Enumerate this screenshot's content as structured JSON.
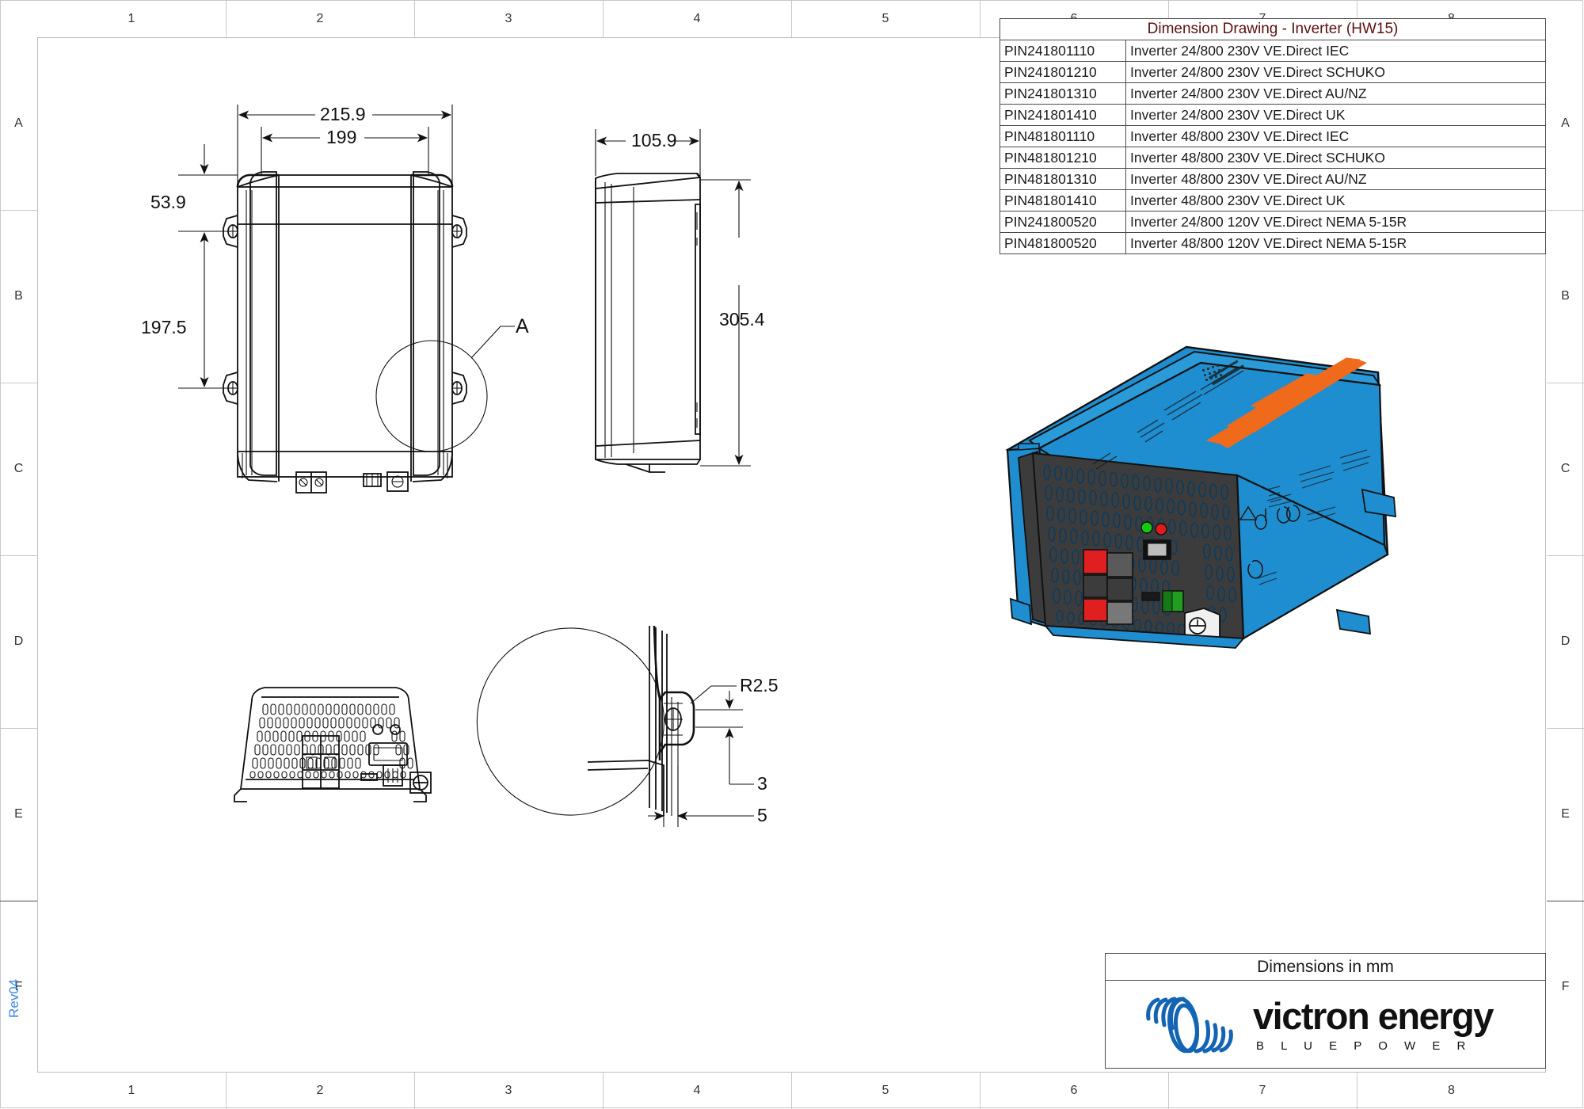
{
  "sheet": {
    "columns": [
      "1",
      "2",
      "3",
      "4",
      "5",
      "6",
      "7",
      "8"
    ],
    "rows": [
      "A",
      "B",
      "C",
      "D",
      "E",
      "F"
    ],
    "revision": "Rev04"
  },
  "parts_table": {
    "title": "Dimension Drawing - Inverter (HW15)",
    "rows": [
      {
        "pn": "PIN241801110",
        "desc": "Inverter 24/800 230V VE.Direct IEC"
      },
      {
        "pn": "PIN241801210",
        "desc": "Inverter 24/800 230V VE.Direct SCHUKO"
      },
      {
        "pn": "PIN241801310",
        "desc": "Inverter 24/800 230V VE.Direct AU/NZ"
      },
      {
        "pn": "PIN241801410",
        "desc": "Inverter 24/800 230V VE.Direct UK"
      },
      {
        "pn": "PIN481801110",
        "desc": "Inverter 48/800 230V VE.Direct IEC"
      },
      {
        "pn": "PIN481801210",
        "desc": "Inverter 48/800 230V VE.Direct SCHUKO"
      },
      {
        "pn": "PIN481801310",
        "desc": "Inverter 48/800 230V VE.Direct AU/NZ"
      },
      {
        "pn": "PIN481801410",
        "desc": "Inverter 48/800 230V VE.Direct UK"
      },
      {
        "pn": "PIN241800520",
        "desc": "Inverter 24/800 120V VE.Direct NEMA 5-15R"
      },
      {
        "pn": "PIN481800520",
        "desc": "Inverter 48/800 120V VE.Direct NEMA 5-15R"
      }
    ]
  },
  "dimensions": {
    "front_width_overall": "215.9",
    "front_width_body": "199",
    "front_top_offset": "53.9",
    "front_hole_spacing": "197.5",
    "side_depth": "105.9",
    "side_height": "305.4",
    "detail_radius": "R2.5",
    "detail_slot_height": "3",
    "detail_wall": "5",
    "detail_callout": "A"
  },
  "title_block": {
    "units": "Dimensions in mm",
    "brand_name": "victron energy",
    "brand_tagline": "B L U E   P O W E R",
    "brand_color": "#1464b4"
  },
  "product_render": {
    "body_color": "#1f8ed0",
    "stripe_color": "#ef6a1b",
    "vent_panel_color": "#3c3c3c",
    "led_green": "#14c714",
    "led_red": "#e01b1b",
    "terminal_red": "#e02020",
    "connector_green": "#1f9e1f"
  }
}
